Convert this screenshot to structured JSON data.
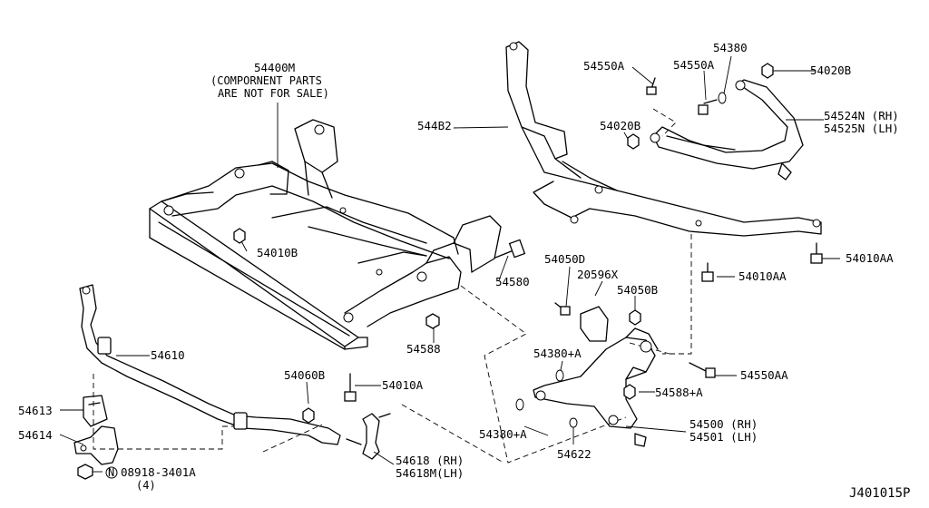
{
  "diagram_id": "J401015P",
  "labels": {
    "l_54400m": "54400M",
    "l_comp1": "(COMPORNENT PARTS",
    "l_comp2": "ARE NOT FOR SALE)",
    "l_54010b": "54010B",
    "l_54580": "54580",
    "l_54588": "54588",
    "l_54610": "54610",
    "l_54613": "54613",
    "l_54614": "54614",
    "l_08918": "08918-3401A",
    "l_08918_n": "N",
    "l_08918_qty": "(4)",
    "l_54060b": "54060B",
    "l_54010a": "54010A",
    "l_54618_rh": "54618 (RH)",
    "l_54618m_lh": "54618M(LH)",
    "l_544b2": "544B2",
    "l_54550a_1": "54550A",
    "l_54550a_2": "54550A",
    "l_54380": "54380",
    "l_54020b_1": "54020B",
    "l_54020b_2": "54020B",
    "l_54524n": "54524N (RH)",
    "l_54525n": "54525N (LH)",
    "l_54010aa_1": "54010AA",
    "l_54010aa_2": "54010AA",
    "l_54050d": "54050D",
    "l_20596x": "20596X",
    "l_54050b": "54050B",
    "l_54380a_1": "54380+A",
    "l_54380a_2": "54380+A",
    "l_54550aa": "54550AA",
    "l_54588a": "54588+A",
    "l_54622": "54622",
    "l_54500": "54500 (RH)",
    "l_54501": "54501 (LH)"
  }
}
